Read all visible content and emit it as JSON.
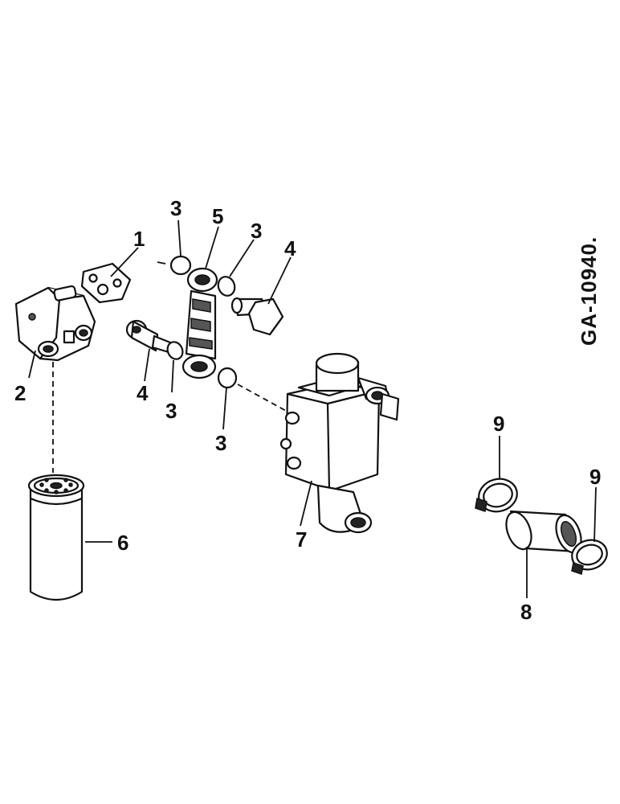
{
  "diagram": {
    "document_id": "GA-10940.",
    "callouts": {
      "c1": "1",
      "c2": "2",
      "c3a": "3",
      "c3b": "3",
      "c3c": "3",
      "c3d": "3",
      "c4a": "4",
      "c4b": "4",
      "c5": "5",
      "c6": "6",
      "c7": "7",
      "c8": "8",
      "c9a": "9",
      "c9b": "9"
    }
  }
}
